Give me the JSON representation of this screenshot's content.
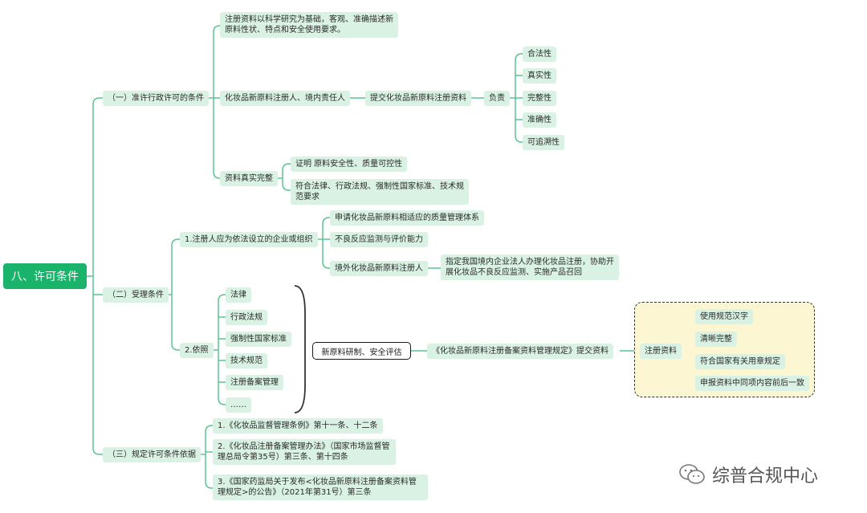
{
  "root": "八、许可条件",
  "s1": {
    "label": "（一）准许行政许可的条件",
    "desc": "注册资料以科学研究为基础，客观、准确描述新原料性状、特点和安全使用要求。",
    "registrant": "化妆品新原料注册人、境内责任人",
    "submit": "提交化妆品新原料注册资料",
    "responsible": "负责",
    "traits": [
      "合法性",
      "真实性",
      "完整性",
      "准确性",
      "可追溯性"
    ],
    "complete": "资料真实完整",
    "prove": "证明 原料安全性、质量可控性",
    "comply": "符合法律、行政法规、强制性国家标准、技术规范要求"
  },
  "s2": {
    "label": "（二）受理条件",
    "b1": "1.注册人应为依法设立的企业或组织",
    "b1_items": [
      "申请化妆品新原料相适应的质量管理体系",
      "不良反应监测与评价能力",
      "境外化妆品新原料注册人"
    ],
    "b1_note": "指定我国境内企业法人办理化妆品注册，协助开展化妆品不良反应监测、实施产品召回",
    "b2": "2.依照",
    "b2_items": [
      "法律",
      "行政法规",
      "强制性国家标准",
      "技术规范",
      "注册备案管理",
      "……"
    ],
    "research": "新原料研制、安全评估",
    "provision": "《化妆品新原料注册备案资料管理规定》提交资料",
    "reg": "注册资料",
    "reg_items": [
      "使用规范汉字",
      "清晰完整",
      "符合国家有关用章规定",
      "申报资料中同项内容前后一致"
    ]
  },
  "s3": {
    "label": "（三）规定许可条件依据",
    "items": [
      "1.《化妆品监督管理条例》第十一条、十二条",
      "2.《化妆品注册备案管理办法》（国家市场监督管理总局令第35号）第三条、第十四条",
      "3.《国家药监局关于发布<化妆品新原料注册备案资料管理规定>的公告》（2021年第31号）第三条"
    ]
  },
  "watermark": "综普合规中心",
  "colors": {
    "line": "#5cc493",
    "node": "#d9f2e3",
    "root": "#19b36b",
    "callout": "#fcf6d3"
  }
}
